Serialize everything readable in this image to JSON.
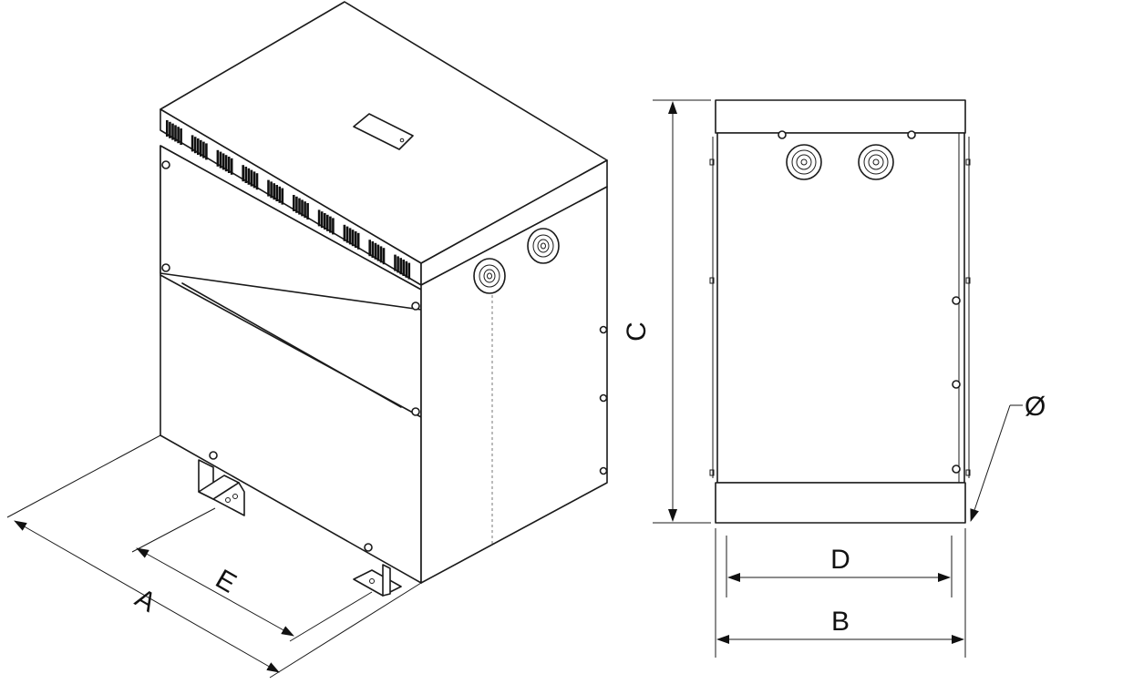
{
  "dimension_labels": {
    "a": "A",
    "b": "B",
    "c": "C",
    "d": "D",
    "e": "E",
    "diameter": "Ø"
  }
}
